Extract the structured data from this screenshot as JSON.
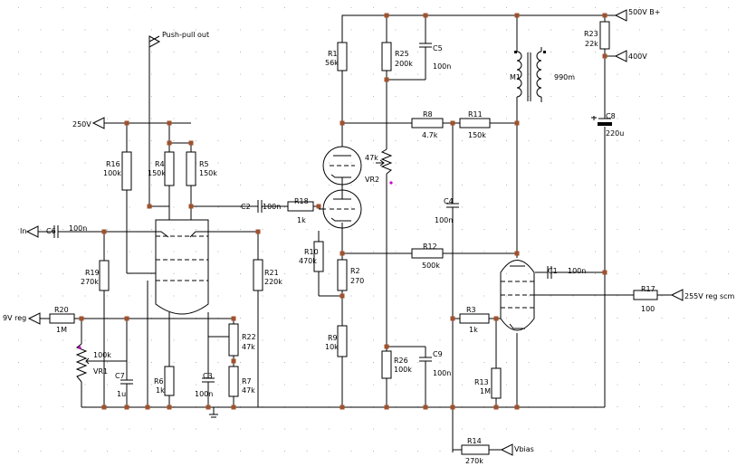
{
  "ports": {
    "push_pull_out": "Push-pull out",
    "v250": "250V",
    "in": "In",
    "v9reg": "9V reg",
    "b_plus": "500V B+",
    "v400": "400V",
    "v255reg": "255V reg scm",
    "vbias": "Vbias"
  },
  "components": {
    "R1": {
      "ref": "R1",
      "value": "56k"
    },
    "R2": {
      "ref": "R2",
      "value": "270"
    },
    "R3": {
      "ref": "R3",
      "value": "1k"
    },
    "R4": {
      "ref": "R4",
      "value": "150k"
    },
    "R5": {
      "ref": "R5",
      "value": "150k"
    },
    "R6": {
      "ref": "R6",
      "value": "1k"
    },
    "R7": {
      "ref": "R7",
      "value": "47k"
    },
    "R8": {
      "ref": "R8",
      "value": "4.7k"
    },
    "R9": {
      "ref": "R9",
      "value": "10k"
    },
    "R10": {
      "ref": "R10",
      "value": "470k"
    },
    "R11": {
      "ref": "R11",
      "value": "150k"
    },
    "R12": {
      "ref": "R12",
      "value": "500k"
    },
    "R13": {
      "ref": "R13",
      "value": "1M"
    },
    "R14": {
      "ref": "R14",
      "value": "270k"
    },
    "R16": {
      "ref": "R16",
      "value": "100k"
    },
    "R17": {
      "ref": "R17",
      "value": "100"
    },
    "R18": {
      "ref": "R18",
      "value": "1k"
    },
    "R19": {
      "ref": "R19",
      "value": "270k"
    },
    "R20": {
      "ref": "R20",
      "value": "1M"
    },
    "R21": {
      "ref": "R21",
      "value": "220k"
    },
    "R22": {
      "ref": "R22",
      "value": "47k"
    },
    "R23": {
      "ref": "R23",
      "value": "22k"
    },
    "R25": {
      "ref": "R25",
      "value": "200k"
    },
    "R26": {
      "ref": "R26",
      "value": "100k"
    },
    "C1": {
      "ref": "C1",
      "value": "100n"
    },
    "C2": {
      "ref": "C2",
      "value": "100n"
    },
    "C3": {
      "ref": "C3",
      "value": "100n"
    },
    "C4": {
      "ref": "C4",
      "value": "100n"
    },
    "C5": {
      "ref": "C5",
      "value": "100n"
    },
    "C6": {
      "ref": "C6",
      "value": "100n"
    },
    "C7": {
      "ref": "C7",
      "value": "1u"
    },
    "C8": {
      "ref": "C8",
      "value": "220u"
    },
    "C9": {
      "ref": "C9",
      "value": "100n"
    },
    "VR1": {
      "ref": "VR1",
      "value": "100k"
    },
    "VR2": {
      "ref": "VR2",
      "value": "47k"
    },
    "M1": {
      "ref": "M1",
      "value": "990m"
    }
  },
  "colors": {
    "wire": "#000000",
    "node": "#a0522d",
    "grid": "#b4b4b4",
    "pin": "#cc00cc"
  }
}
